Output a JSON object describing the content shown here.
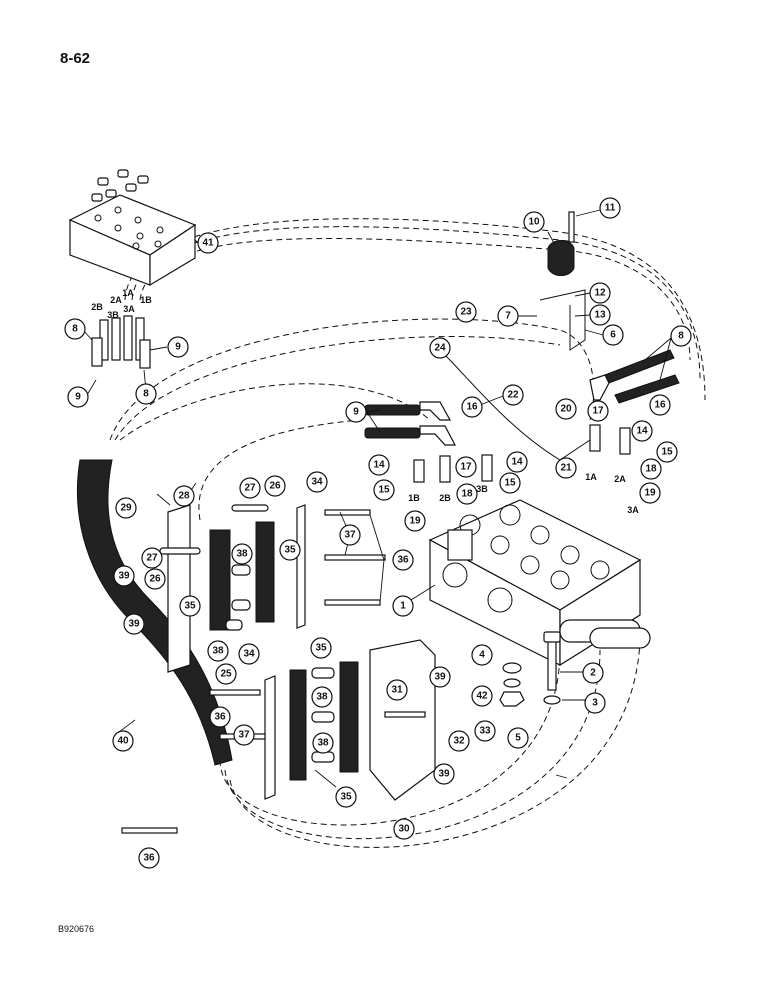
{
  "page": {
    "number": "8-62",
    "figure_code": "B920676"
  },
  "port_labels": [
    "1A",
    "2B",
    "2A",
    "3B",
    "3A",
    "1B",
    "1B",
    "2B",
    "3B",
    "1A",
    "2A",
    "3A"
  ],
  "callouts": [
    "41",
    "10",
    "11",
    "12",
    "13",
    "7",
    "6",
    "8",
    "9",
    "9",
    "8",
    "23",
    "24",
    "22",
    "9",
    "16",
    "20",
    "17",
    "16",
    "8",
    "14",
    "15",
    "14",
    "15",
    "17",
    "18",
    "14",
    "15",
    "21",
    "18",
    "15",
    "19",
    "19",
    "29",
    "28",
    "27",
    "26",
    "34",
    "37",
    "36",
    "27",
    "26",
    "38",
    "35",
    "39",
    "39",
    "35",
    "38",
    "25",
    "1",
    "4",
    "2",
    "42",
    "3",
    "5",
    "34",
    "35",
    "39",
    "31",
    "36",
    "38",
    "33",
    "37",
    "38",
    "32",
    "40",
    "35",
    "30",
    "39",
    "36"
  ]
}
